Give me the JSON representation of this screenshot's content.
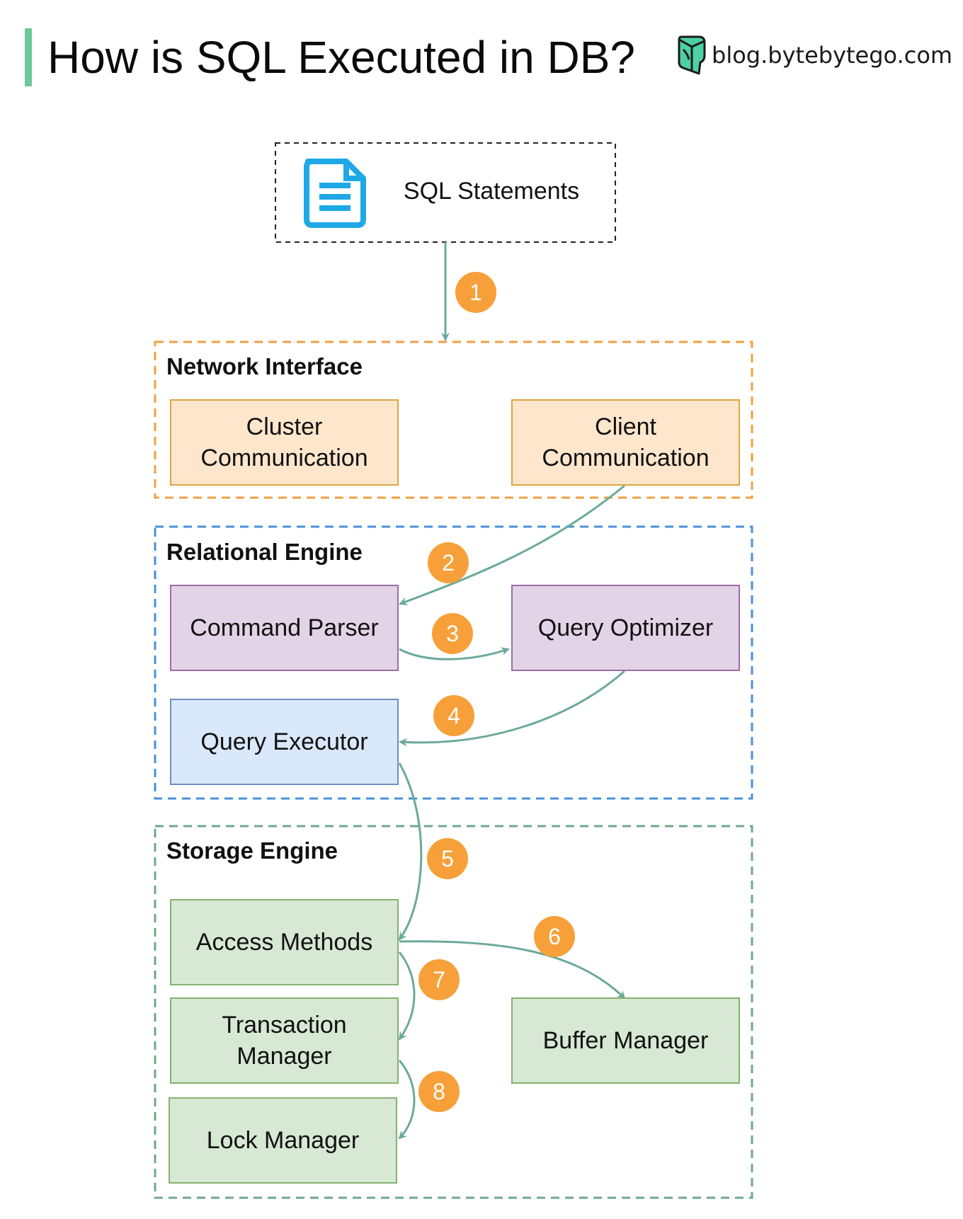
{
  "header": {
    "title": "How is SQL Executed in DB?",
    "brand": "blog.bytebytego.com"
  },
  "colors": {
    "accent_bar": "#6cc89a",
    "network_border": "#f0a040",
    "relational_border": "#4a90d9",
    "storage_border": "#6fa88a",
    "arrow": "#6aaa9a",
    "step_badge": "#f7a03a",
    "doc_icon": "#1ea8e6"
  },
  "input": {
    "label": "SQL Statements",
    "icon": "document-icon"
  },
  "sections": {
    "network": {
      "label": "Network Interface",
      "nodes": {
        "cluster": "Cluster\nCommunication",
        "client": "Client\nCommunication"
      }
    },
    "relational": {
      "label": "Relational Engine",
      "nodes": {
        "parser": "Command Parser",
        "optimizer": "Query Optimizer",
        "executor": "Query Executor"
      }
    },
    "storage": {
      "label": "Storage Engine",
      "nodes": {
        "access": "Access Methods",
        "transaction": "Transaction\nManager",
        "lock": "Lock Manager",
        "buffer": "Buffer Manager"
      }
    }
  },
  "steps": [
    "1",
    "2",
    "3",
    "4",
    "5",
    "6",
    "7",
    "8"
  ]
}
